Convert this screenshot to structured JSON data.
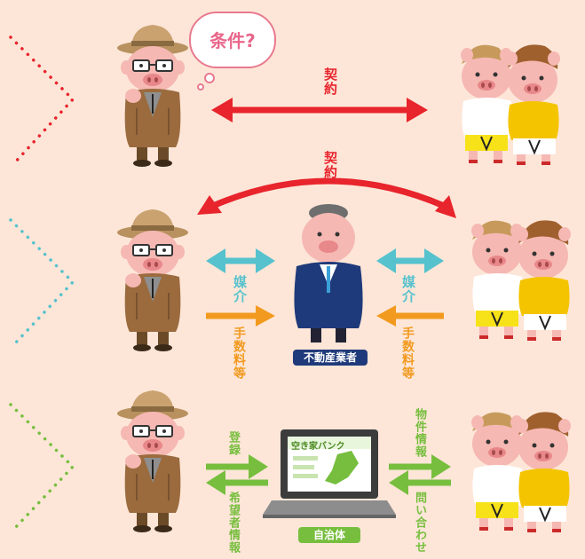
{
  "bubble": {
    "text": "条件?"
  },
  "row1": {
    "contract_label": "契約"
  },
  "row2": {
    "contract_label": "契約",
    "mediation_left": "媒介",
    "mediation_right": "媒介",
    "fee_left": "手数料等",
    "fee_right": "手数料等",
    "agent_tag": "不動産業者"
  },
  "row3": {
    "register_label": "登録",
    "applicant_info_label": "希望者情報",
    "property_info_label": "物件情報",
    "inquiry_label": "問い合わせ",
    "laptop_screen_title": "空き家バンク",
    "municipality_tag": "自治体"
  },
  "colors": {
    "background": "#fde6d8",
    "contract_red": "#e8242c",
    "mediation_cyan": "#56c2cd",
    "fee_orange": "#f29a1f",
    "bank_green": "#77be3e",
    "agent_navy": "#1f3a7a"
  }
}
